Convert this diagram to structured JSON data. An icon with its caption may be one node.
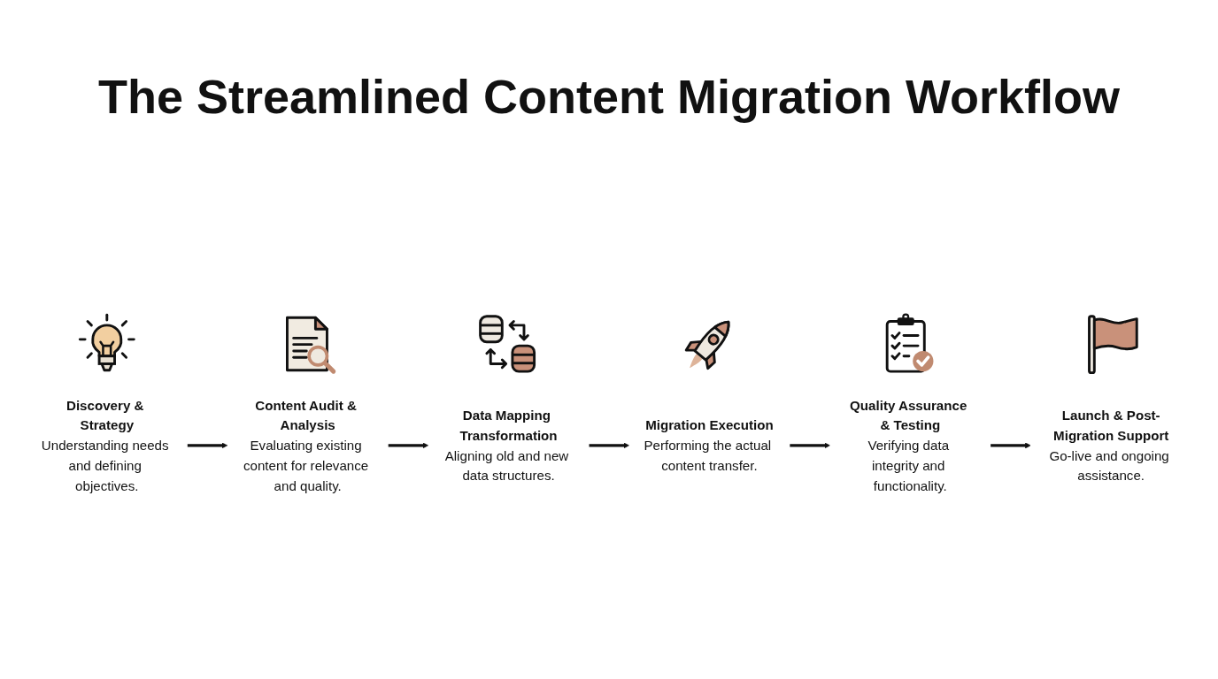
{
  "diagram": {
    "title": "The Streamlined Content Migration Workflow",
    "nodes": [
      {
        "text": [
          "Discovery & Strategy",
          "Understanding needs and defining objectives."
        ]
      },
      {
        "text": [
          "Content Audit & Analysis",
          "Evaluating existing content for relevance and quality."
        ]
      },
      {
        "text": [
          "Data Mapping Transformation",
          "Aligning old and new data structures."
        ]
      },
      {
        "text": [
          "Migration Execution",
          "Performing the actual content transfer."
        ]
      },
      {
        "text": [
          "Quality Assurance & Testing",
          "Verifying data integrity and functionality."
        ]
      },
      {
        "text": [
          "Launch & Post-Migration Support",
          "Go-live and ongoing assistance."
        ]
      }
    ],
    "edges": [
      {
        "from": 0,
        "to": 1,
        "arrow": "to"
      },
      {
        "from": 1,
        "to": 2,
        "arrow": "to"
      },
      {
        "from": 2,
        "to": 3,
        "arrow": "to"
      },
      {
        "from": 3,
        "to": 4,
        "arrow": "to"
      },
      {
        "from": 4,
        "to": 5,
        "arrow": "to"
      }
    ]
  }
}
